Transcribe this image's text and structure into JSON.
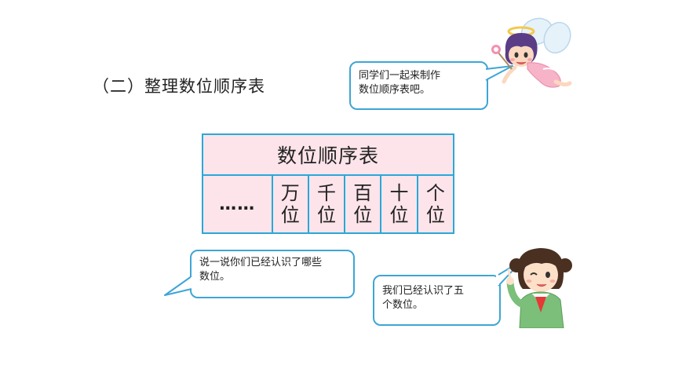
{
  "section": {
    "title": "（二）整理数位顺序表"
  },
  "bubbles": {
    "fairy": "同学们一起来制作\n数位顺序表吧。",
    "left": "说一说你们已经认识了哪些\n数位。",
    "girl": "我们已经认识了五\n个数位。"
  },
  "table": {
    "title": "数位顺序表",
    "ellipsis": "……",
    "places": [
      {
        "top": "万",
        "bottom": "位"
      },
      {
        "top": "千",
        "bottom": "位"
      },
      {
        "top": "百",
        "bottom": "位"
      },
      {
        "top": "十",
        "bottom": "位"
      },
      {
        "top": "个",
        "bottom": "位"
      }
    ]
  },
  "colors": {
    "table_border": "#2aa8d8",
    "table_fill": "#fce4ea",
    "bubble_border": "#3fa5d6"
  }
}
